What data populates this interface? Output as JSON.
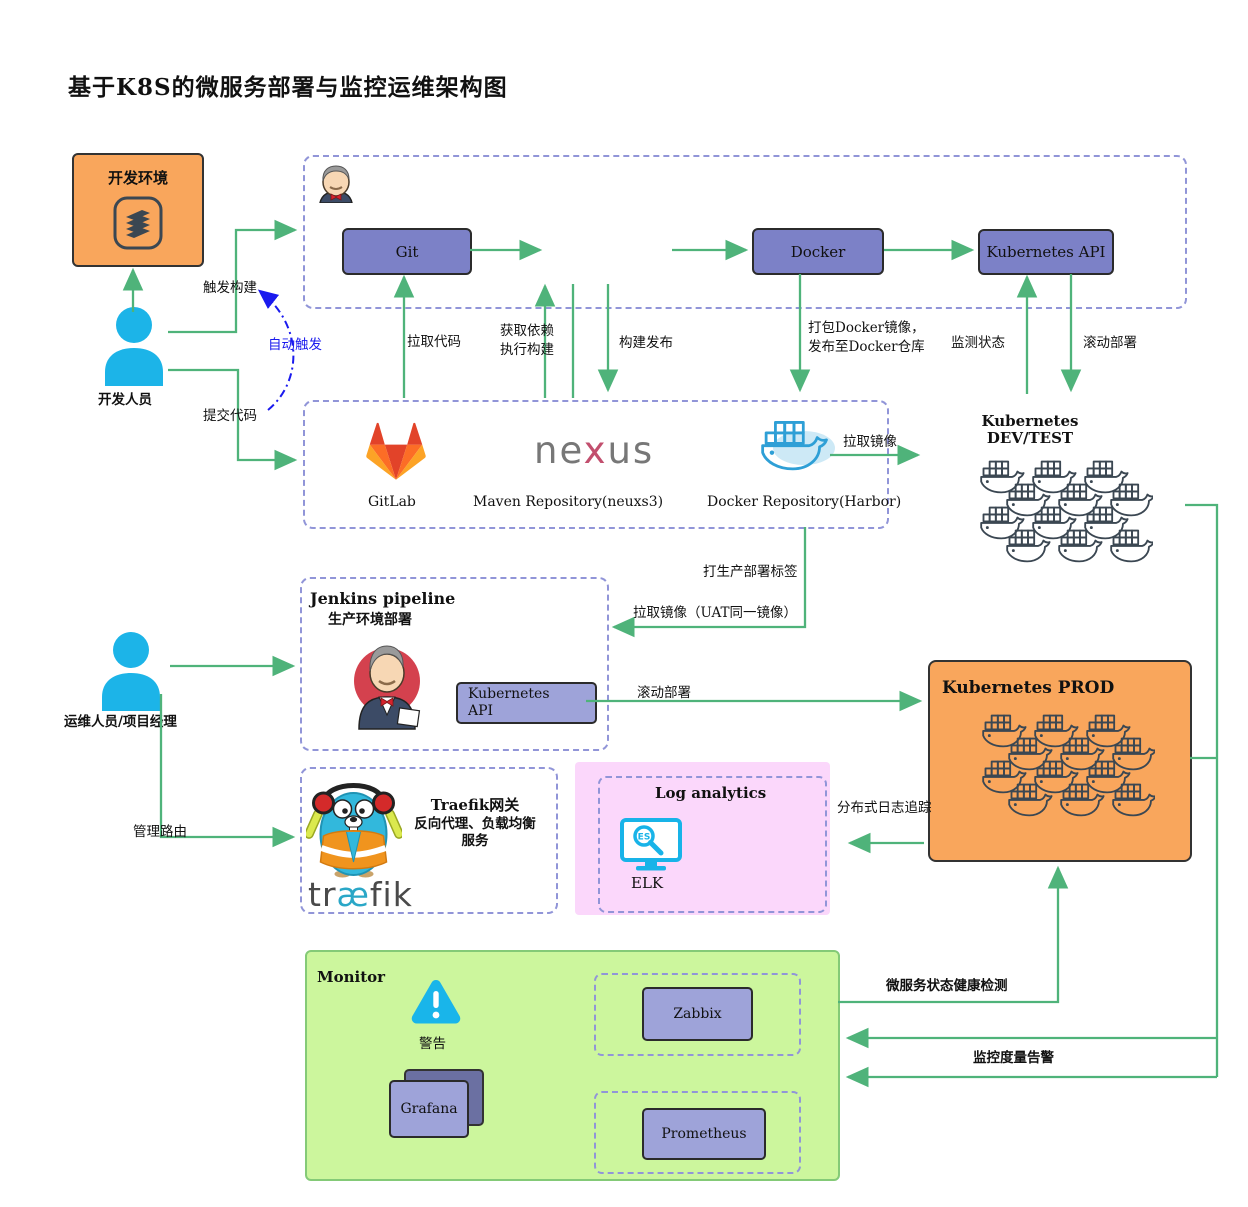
{
  "title": "基于K8S的微服务部署与监控运维架构图",
  "colors": {
    "arrow_green": "#4fb37a",
    "auto_trigger_blue": "#1a1aee",
    "node_purple": "#7c81c7",
    "node_purple_light": "#9ea3d9",
    "node_purple_shadow": "#6b70a2",
    "box_orange": "#f9a65c",
    "dashed_border": "#9195d8",
    "monitor_bg": "#ccf69d",
    "log_bg": "#fbd7fb",
    "person_cyan": "#1cb4e8",
    "warning_cyan": "#19b5ea",
    "whale_dark": "#3b4752",
    "whale_blue": "#2e9fd6",
    "gitlab_red": "#e24329",
    "gitlab_orange": "#fc6d26",
    "gitlab_yellow": "#fca326"
  },
  "dev_env": {
    "title": "开发环境",
    "icon": "layers-stack-icon"
  },
  "actors": {
    "developer": "开发人员",
    "ops": "运维人员/项目经理"
  },
  "ci_box": {
    "icon": "jenkins-head-icon",
    "git": "Git",
    "docker": "Docker",
    "k8s_api": "Kubernetes  API"
  },
  "repo_box": {
    "gitlab": {
      "label": "GitLab"
    },
    "nexus": {
      "label": "Maven Repository(neuxs3)",
      "wordmark_pre": "ne",
      "wordmark_x": "x",
      "wordmark_post": "us"
    },
    "harbor": {
      "label": "Docker Repository(Harbor)"
    }
  },
  "clusters": {
    "dev_test": {
      "title_line1": "Kubernetes",
      "title_line2": "DEV/TEST",
      "pods": 12
    },
    "prod": {
      "title": "Kubernetes PROD",
      "pods": 12
    }
  },
  "jenkins_pipeline": {
    "title": "Jenkins pipeline",
    "subtitle": "生产环境部署",
    "k8s_api_line1": "Kubernetes",
    "k8s_api_line2": "API"
  },
  "traefik": {
    "title": "Traefik网关",
    "line1": "反向代理、负载均衡",
    "line2": "服务",
    "wordmark_pre": "tr",
    "wordmark_ae": "æ",
    "wordmark_post": "fik"
  },
  "log_analytics": {
    "title": "Log analytics",
    "elk": "ELK",
    "es": "ES"
  },
  "monitor": {
    "title": "Monitor",
    "warning": "警告",
    "grafana": "Grafana",
    "zabbix": "Zabbix",
    "prometheus": "Prometheus"
  },
  "edges": {
    "trigger_build": "触发构建",
    "auto_trigger": "自动触发",
    "commit_code": "提交代码",
    "pull_code": "拉取代码",
    "fetch_deps": "获取依赖",
    "exec_build": "执行构建",
    "build_release": "构建发布",
    "package_image_1": "打包Docker镜像，",
    "package_image_2": "发布至Docker仓库",
    "monitor_status": "监测状态",
    "rolling_deploy_dev": "滚动部署",
    "pull_image": "拉取镜像",
    "tag_prod": "打生产部署标签",
    "pull_image_uat": "拉取镜像（UAT同一镜像）",
    "rolling_deploy_prod": "滚动部署",
    "manage_route": "管理路由",
    "distributed_log": "分布式日志追踪",
    "health_check": "微服务状态健康检测",
    "metric_alert": "监控度量告警"
  }
}
